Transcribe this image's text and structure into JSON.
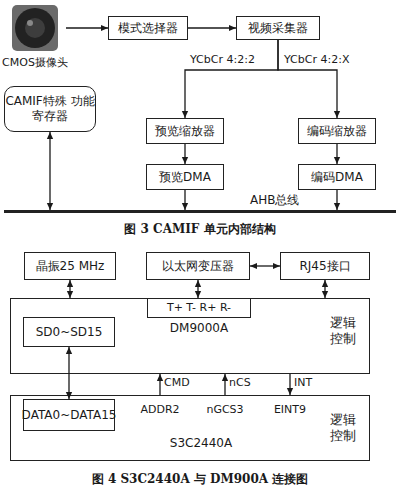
{
  "diagram": {
    "nodes": [
      {
        "text": [
          "CMOS摄像头"
        ]
      },
      {
        "text": [
          "模式选择器"
        ]
      },
      {
        "text": [
          "视频采集器"
        ]
      },
      {
        "text": [
          "CAMIF特殊 功能寄存器"
        ]
      },
      {
        "text": [
          "预览缩放器"
        ]
      },
      {
        "text": [
          "编码缩放器"
        ]
      },
      {
        "text": [
          "预览DMA"
        ]
      },
      {
        "text": [
          "编码DMA"
        ]
      },
      {
        "text": [
          "AHB总线"
        ]
      },
      {
        "text": [
          "晶振25 MHz"
        ]
      },
      {
        "text": [
          "以太网变压器"
        ]
      },
      {
        "text": [
          "RJ45接口"
        ]
      },
      {
        "text": [
          "DM9000A",
          "逻辑控制"
        ]
      },
      {
        "text": [
          "T+ T- R+ R-"
        ],
        "in": 12
      },
      {
        "text": [
          "SD0~SD15"
        ],
        "in": 12
      },
      {
        "text": [
          "S3C2440A",
          "逻辑控制"
        ]
      },
      {
        "text": [
          "DATA0~DATA15"
        ],
        "in": 15
      }
    ],
    "edges": [
      {
        "from": 0,
        "to": 1,
        "arrow": "to"
      },
      {
        "from": 1,
        "to": 2,
        "arrow": "to"
      },
      {
        "from": 2,
        "to": 4,
        "arrow": "to",
        "label": "YCbCr 4:2:2"
      },
      {
        "from": 2,
        "to": 5,
        "arrow": "to",
        "label": "YCbCr 4:2:X"
      },
      {
        "from": 4,
        "to": 6,
        "arrow": "to"
      },
      {
        "from": 5,
        "to": 7,
        "arrow": "to"
      },
      {
        "from": 3,
        "to": 8,
        "arrow": "both"
      },
      {
        "from": 6,
        "to": 8,
        "arrow": "to"
      },
      {
        "from": 7,
        "to": 8,
        "arrow": "to"
      },
      {
        "from": 9,
        "to": 12,
        "arrow": "both"
      },
      {
        "from": 10,
        "to": 13,
        "arrow": "both"
      },
      {
        "from": 10,
        "to": 11,
        "arrow": "both"
      },
      {
        "from": 11,
        "to": 12,
        "arrow": "both"
      },
      {
        "from": 14,
        "to": 16,
        "arrow": "both"
      },
      {
        "from": 15,
        "to": 12,
        "arrow": "to",
        "label": "CMD"
      },
      {
        "from": 15,
        "to": 12,
        "arrow": "to",
        "label": "nCS"
      },
      {
        "from": 12,
        "to": 15,
        "arrow": "to",
        "label": "INT"
      }
    ],
    "labels": [
      "ADDR2",
      "nGCS3",
      "EINT9",
      "图 3 CAMIF 单元内部结构",
      "图 4 S3C2440A 与 DM900A 连接图"
    ]
  }
}
